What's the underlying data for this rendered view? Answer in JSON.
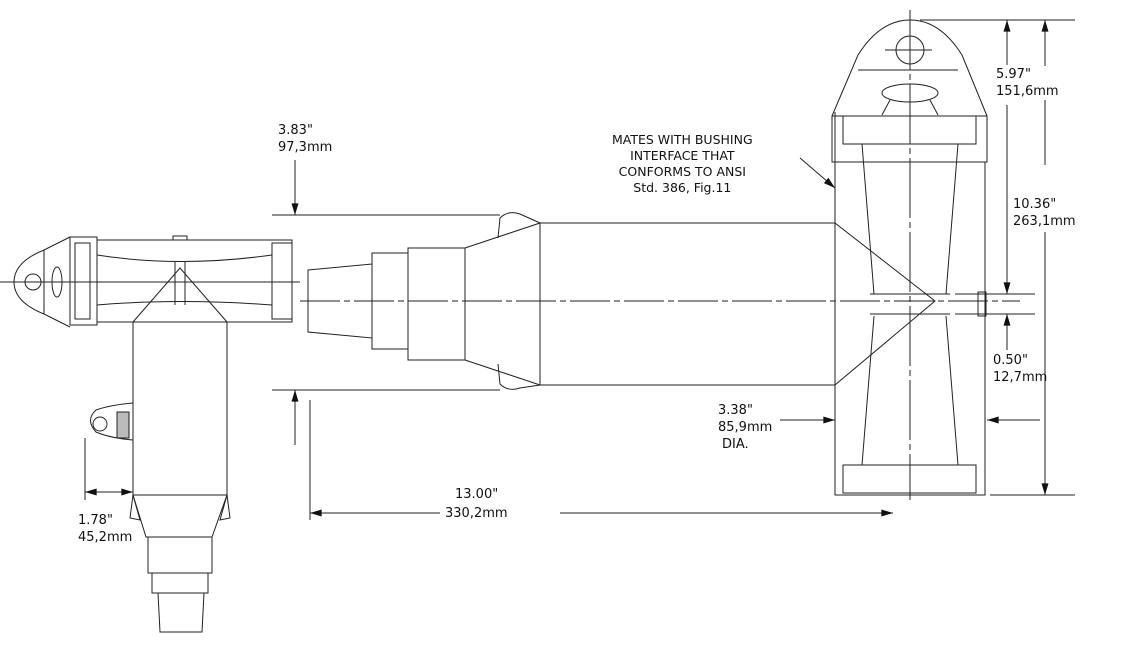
{
  "note": {
    "lines": [
      "MATES WITH BUSHING",
      "INTERFACE THAT",
      "CONFORMS TO ANSI",
      "Std. 386, Fig.11"
    ]
  },
  "dimensions": {
    "top_height": {
      "in": "3.83\"",
      "mm": "97,3mm"
    },
    "length": {
      "in": "13.00\"",
      "mm": "330,2mm"
    },
    "diameter": {
      "in": "3.38\"",
      "mm": "85,9mm",
      "suffix": "DIA."
    },
    "upper": {
      "in": "5.97\"",
      "mm": "151,6mm"
    },
    "overall_height": {
      "in": "10.36\"",
      "mm": "263,1mm"
    },
    "stud": {
      "in": "0.50\"",
      "mm": "12,7mm"
    },
    "test_point": {
      "in": "1.78\"",
      "mm": "45,2mm"
    }
  }
}
